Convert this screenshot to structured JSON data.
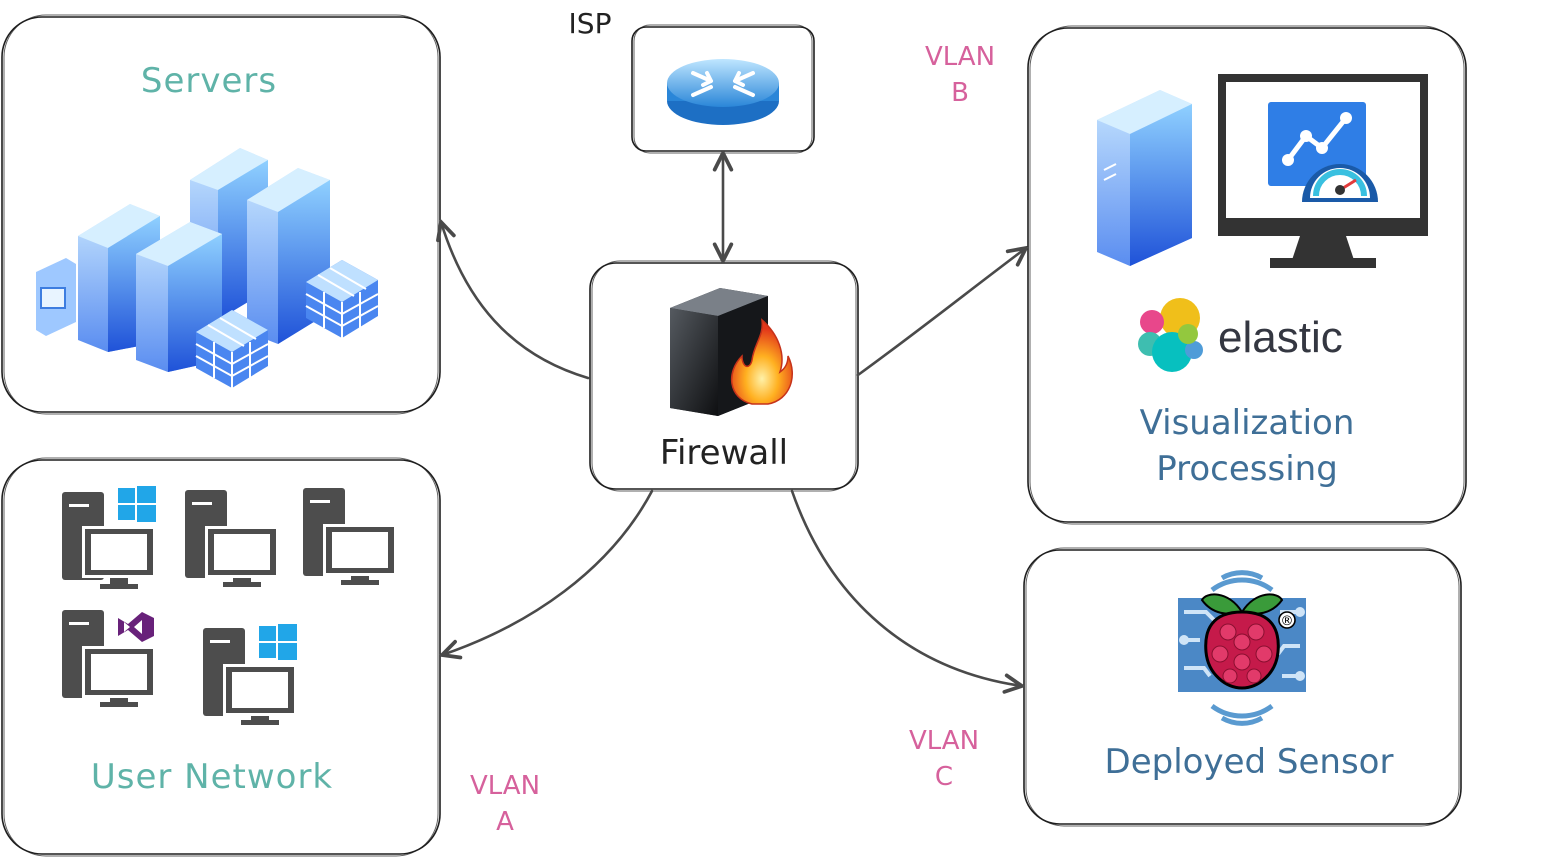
{
  "labels": {
    "isp": "ISP",
    "firewall": "Firewall",
    "servers": "Servers",
    "user_network": "User Network",
    "visualization": "Visualization",
    "processing": "Processing",
    "deployed_sensor": "Deployed Sensor",
    "elastic": "elastic",
    "registered": "®"
  },
  "vlans": {
    "a": {
      "line1": "VLAN",
      "line2": "A"
    },
    "b": {
      "line1": "VLAN",
      "line2": "B"
    },
    "c": {
      "line1": "VLAN",
      "line2": "C"
    }
  },
  "colors": {
    "title_teal": "#5fb3a8",
    "title_blue": "#3f6f97",
    "vlan_pink": "#d6619c",
    "server_blue": "#3d8ef0",
    "pc_gray": "#4d4d4d",
    "windows_blue": "#21a6e8",
    "visual_studio_purple": "#68217a",
    "raspberry": "#c51a4a",
    "leaf_green": "#3a9b3a"
  }
}
